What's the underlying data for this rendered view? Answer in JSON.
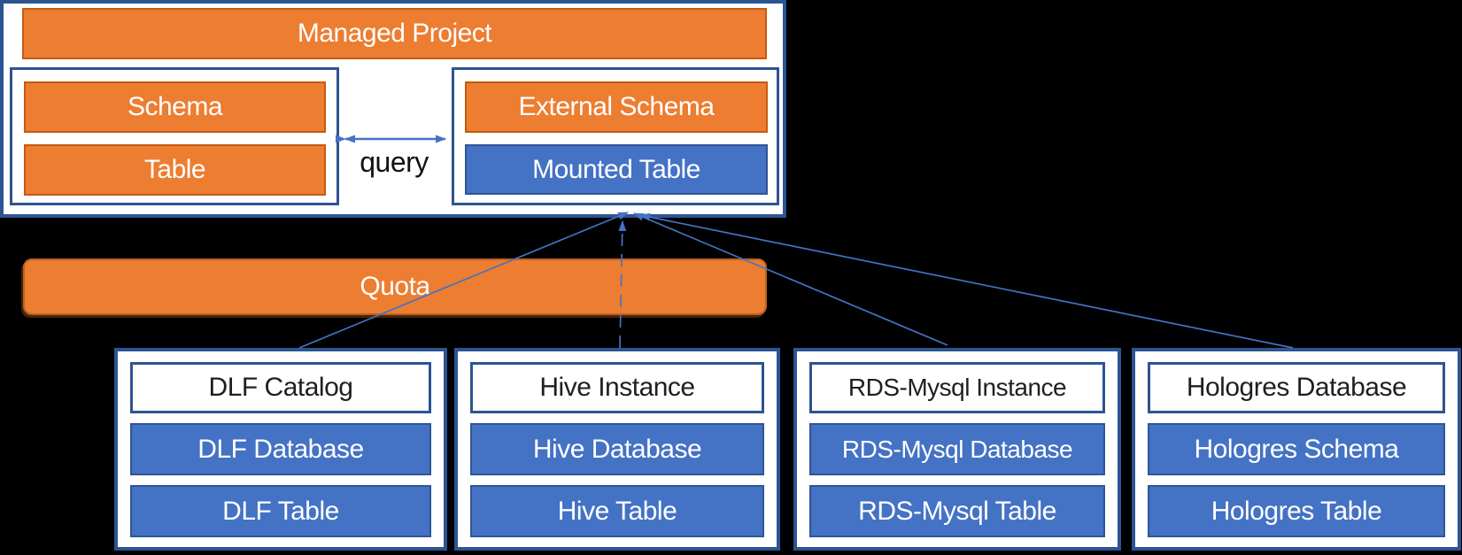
{
  "managed_project": {
    "title": "Managed Project",
    "schema_label": "Schema",
    "table_label": "Table",
    "external_schema_label": "External Schema",
    "mounted_table_label": "Mounted Table",
    "query_label": "query"
  },
  "quota_label": "Quota",
  "sources": [
    {
      "header": "DLF Catalog",
      "rows": [
        "DLF Database",
        "DLF Table"
      ]
    },
    {
      "header": "Hive Instance",
      "rows": [
        "Hive Database",
        "Hive Table"
      ]
    },
    {
      "header": "RDS-Mysql Instance",
      "rows": [
        "RDS-Mysql Database",
        "RDS-Mysql Table"
      ]
    },
    {
      "header": "Hologres Database",
      "rows": [
        "Hologres Schema",
        "Hologres Table"
      ]
    }
  ],
  "colors": {
    "background": "#000000",
    "orange_fill": "#ED7D31",
    "orange_border": "#C55A11",
    "blue_fill": "#4472C4",
    "blue_border": "#2F5597",
    "container_border": "#2D5492",
    "connector_line": "#4472C4",
    "header_text": "#1F1F1F",
    "box_text": "#FFFFFF"
  }
}
